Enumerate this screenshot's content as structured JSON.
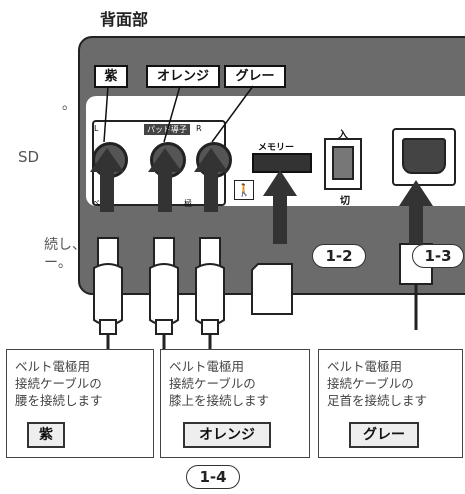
{
  "heading": "背面部",
  "left_fragments": [
    "。",
    "SD",
    "続し、",
    "ー。"
  ],
  "color_tags": [
    "紫",
    "オレンジ",
    "グレー"
  ],
  "panel_labels": {
    "pad_header": "パッド導子",
    "l": "L",
    "r": "R",
    "belt_prefix": "ベル",
    "belt_suffix": "極",
    "memory": "メモリー",
    "power_on": "入",
    "power_off": "切"
  },
  "callouts": [
    "1-2",
    "1-3",
    "1-4"
  ],
  "descriptions": [
    {
      "text": "ベルト電極用\n接続ケーブルの\n腰を接続します",
      "tag": "紫"
    },
    {
      "text": "ベルト電極用\n接続ケーブルの\n膝上を接続します",
      "tag": "オレンジ"
    },
    {
      "text": "ベルト電極用\n接続ケーブルの\n足首を接続します",
      "tag": "グレー"
    }
  ],
  "colors": {
    "panel": "#6b6b6b",
    "arrow": "#333333",
    "tag_fill": "#eeeeee"
  }
}
